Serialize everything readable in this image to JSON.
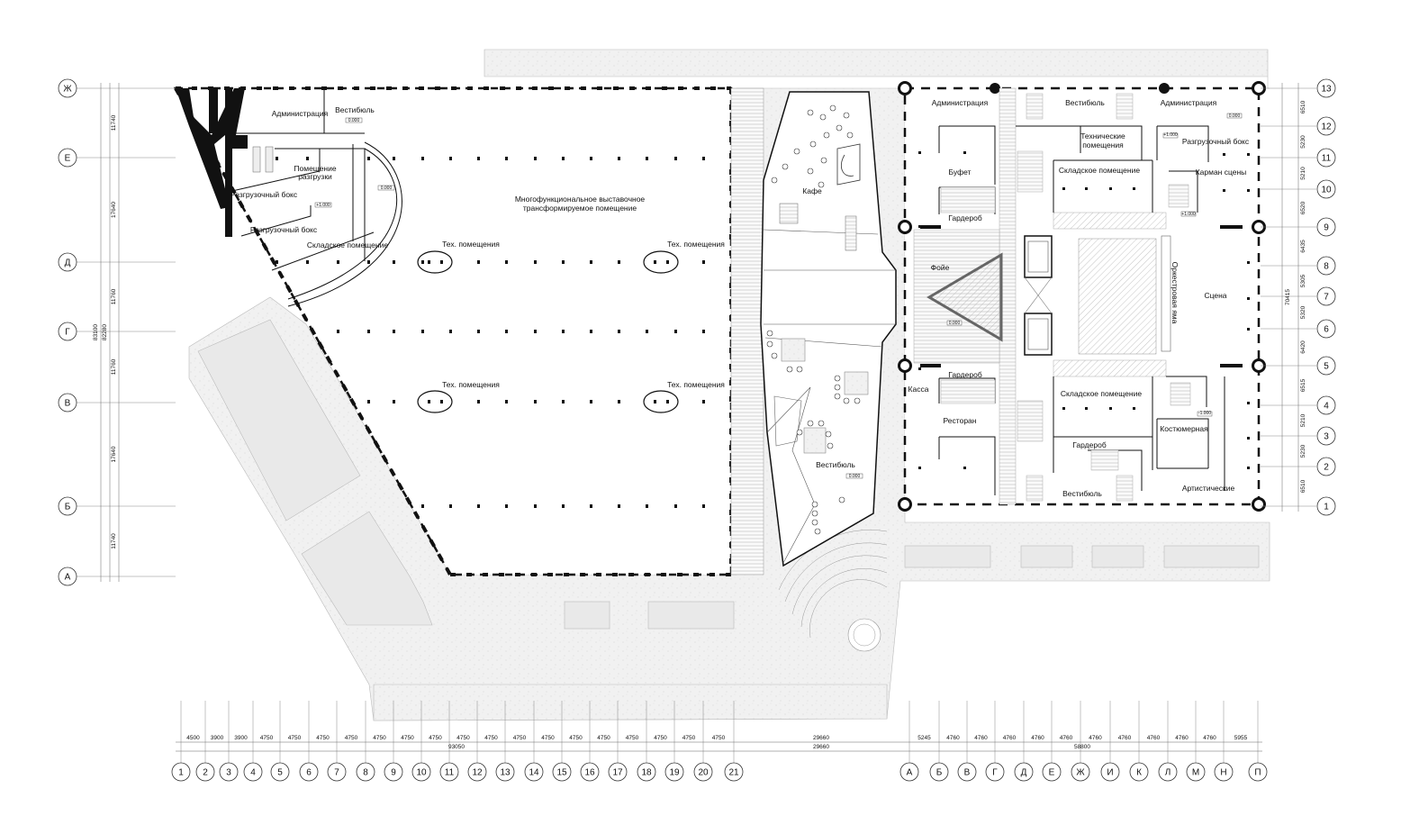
{
  "rooms": {
    "administration_left": "Администрация",
    "vestibule_left": "Вестибюль",
    "unloading_room": [
      "Помещение",
      "разгрузки"
    ],
    "unloading_box": "Разгрузочный бокс",
    "storage": "Складское помещение",
    "exhibition_hall": [
      "Многофункциональное выставочное",
      "трансформируемое помещение"
    ],
    "tech_rooms": "Тех. помещения",
    "cafe": "Кафе",
    "vestibule": "Вестибюль",
    "buffet": "Буфет",
    "cloakroom": "Гардероб",
    "foyer": "Фойе",
    "ticket_office": "Касса",
    "restaurant": "Ресторан",
    "tech_premises": [
      "Технические",
      "помещения"
    ],
    "stage_pocket": "Карман сцены",
    "orchestra_pit": "Оркестровая яма",
    "stage": "Сцена",
    "costume_room": "Костюмерная",
    "artists": "Артистические"
  },
  "levels": {
    "zero": "0.000",
    "plus_one": "+1.000",
    "minus_one": "-1.000"
  },
  "left_axes": [
    "Ж",
    "Е",
    "Д",
    "Г",
    "В",
    "Б",
    "А"
  ],
  "left_dims": [
    "11740",
    "17640",
    "11760",
    "11760",
    "17640",
    "11740"
  ],
  "left_totals": [
    "83100",
    "82280"
  ],
  "right_axes": [
    "13",
    "12",
    "11",
    "10",
    "9",
    "8",
    "7",
    "6",
    "5",
    "4",
    "3",
    "2",
    "1"
  ],
  "right_dims": [
    "6510",
    "5230",
    "5210",
    "6520",
    "6435",
    "5305",
    "5320",
    "6420",
    "6515",
    "5210",
    "5230",
    "6510"
  ],
  "right_total": "70415",
  "bottom_axes_a": [
    "1",
    "2",
    "3",
    "4",
    "5",
    "6",
    "7",
    "8",
    "9",
    "10",
    "11",
    "12",
    "13",
    "14",
    "15",
    "16",
    "17",
    "18",
    "19",
    "20",
    "21"
  ],
  "bottom_axes_b": [
    "А",
    "Б",
    "В",
    "Г",
    "Д",
    "Е",
    "Ж",
    "И",
    "К",
    "Л",
    "М",
    "Н",
    "П"
  ],
  "bottom_dims_a": [
    "4500",
    "3900",
    "3900",
    "4750",
    "4750",
    "4750",
    "4750",
    "4750",
    "4750",
    "4750",
    "4750",
    "4750",
    "4750",
    "4750",
    "4750",
    "4750",
    "4750",
    "4750",
    "4750",
    "4750"
  ],
  "bottom_dims_b": [
    "5245",
    "4760",
    "4760",
    "4760",
    "4760",
    "4760",
    "4760",
    "4760",
    "4760",
    "4760",
    "4760",
    "5955"
  ],
  "bottom_mid": "29660",
  "bottom_totals": [
    "93050",
    "29660",
    "58800"
  ]
}
